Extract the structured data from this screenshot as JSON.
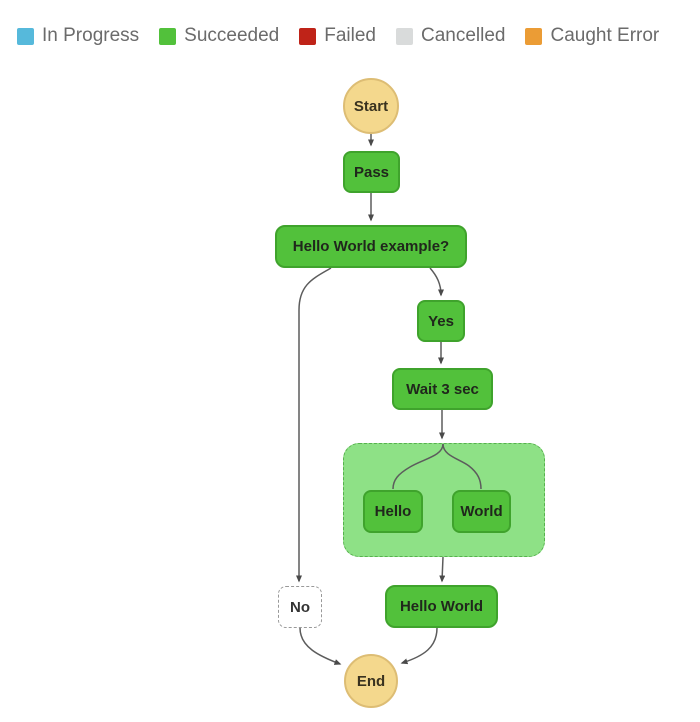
{
  "legend": {
    "items": [
      {
        "label": "In Progress",
        "color": "#56b9db"
      },
      {
        "label": "Succeeded",
        "color": "#52c13b"
      },
      {
        "label": "Failed",
        "color": "#bf2318"
      },
      {
        "label": "Cancelled",
        "color": "#d9dbdb"
      },
      {
        "label": "Caught Error",
        "color": "#eb9c35"
      }
    ]
  },
  "diagram": {
    "nodes": {
      "start": {
        "label": "Start"
      },
      "pass": {
        "label": "Pass"
      },
      "choice": {
        "label": "Hello World example?"
      },
      "yes": {
        "label": "Yes"
      },
      "no": {
        "label": "No"
      },
      "wait": {
        "label": "Wait 3 sec"
      },
      "hello": {
        "label": "Hello"
      },
      "world": {
        "label": "World"
      },
      "hello_world": {
        "label": "Hello World"
      },
      "end": {
        "label": "End"
      }
    },
    "colors": {
      "succeeded_fill": "#52c13b",
      "succeeded_border": "#3fa32c",
      "parallel_fill": "#8ee186",
      "parallel_border": "#57b14e",
      "terminal_fill": "#f4d88d",
      "terminal_border": "#ddbd74",
      "cancelled_border": "#999999",
      "edge": "#5c5c5c"
    }
  }
}
